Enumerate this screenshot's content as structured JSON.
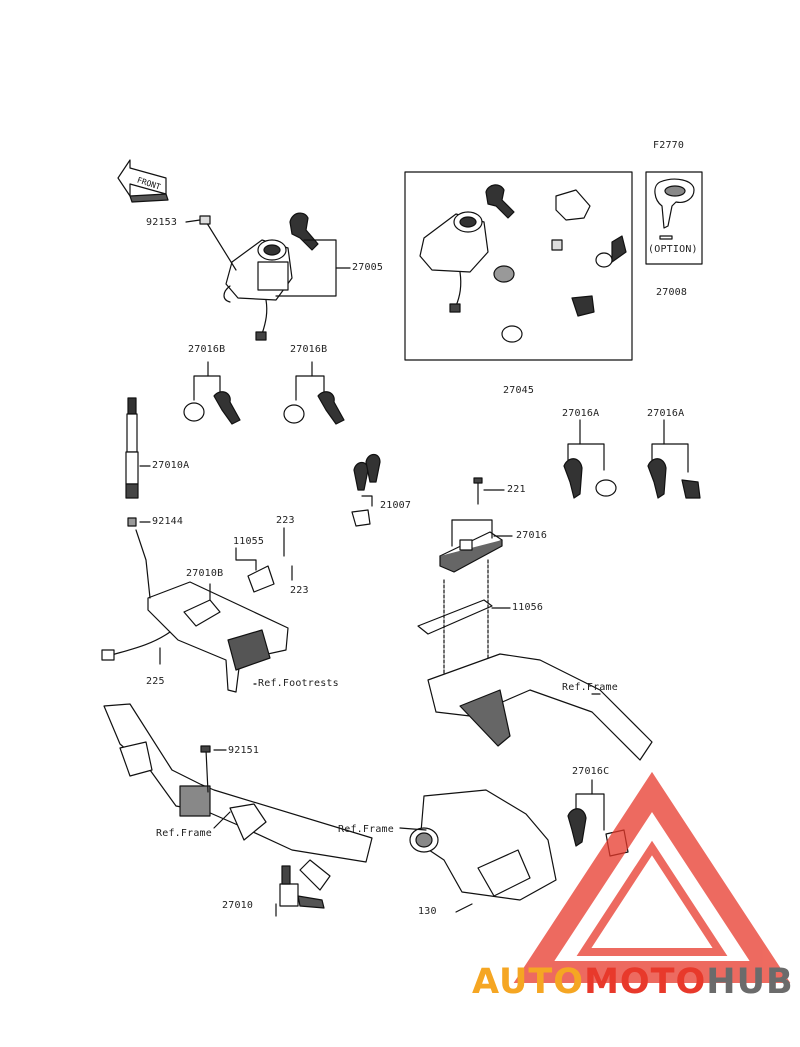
{
  "diagram": {
    "code": "F2770",
    "front_arrow": "FRONT",
    "option_label": "(OPTION)",
    "labels": {
      "p92153": "92153",
      "p27005": "27005",
      "p27016b_1": "27016B",
      "p27016b_2": "27016B",
      "p27045": "27045",
      "p27008": "27008",
      "p27010a": "27010A",
      "p92144": "92144",
      "p21007": "21007",
      "p221": "221",
      "p27016a_1": "27016A",
      "p27016a_2": "27016A",
      "p27016": "27016",
      "p11055": "11055",
      "p223_1": "223",
      "p223_2": "223",
      "p27010b": "27010B",
      "p11056": "11056",
      "p225": "225",
      "ref_footrests": "Ref.Footrests",
      "ref_frame_1": "Ref.Frame",
      "p92151": "92151",
      "ref_frame_2": "Ref.Frame",
      "ref_frame_3": "Ref.Frame",
      "p27016c": "27016C",
      "p27010": "27010",
      "p130": "130"
    }
  },
  "watermark": {
    "part1": "AUTO",
    "part2": "MOTO",
    "part3": "HUB",
    "color1": "#f5a623",
    "color2": "#e8392b",
    "color3": "#6b6b6b"
  }
}
